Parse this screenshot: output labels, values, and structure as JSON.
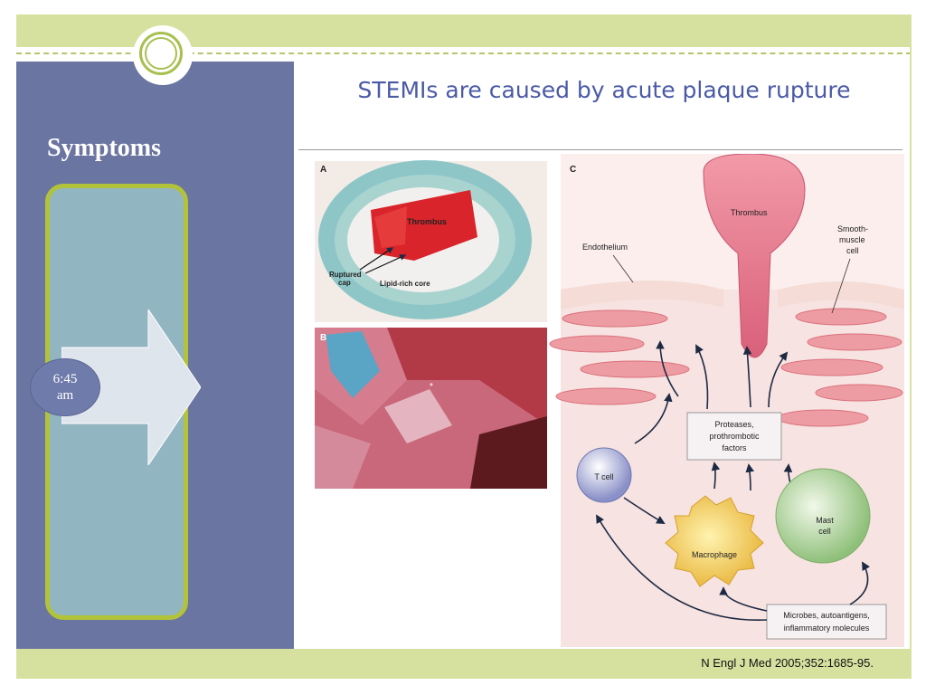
{
  "slide": {
    "title": "STEMIs are caused by acute plaque rupture",
    "section_heading": "Symptoms",
    "timeline": {
      "time_label_line1": "6:45",
      "time_label_line2": "am"
    },
    "citation": "N Engl J Med 2005;352:1685-95."
  },
  "figure": {
    "panel_a": {
      "letter": "A",
      "labels": {
        "thrombus": "Thrombus",
        "ruptured_cap_1": "Ruptured",
        "ruptured_cap_2": "cap",
        "lipid_core": "Lipid-rich core"
      }
    },
    "panel_b": {
      "letter": "B",
      "asterisk": "*"
    },
    "panel_c": {
      "letter": "C",
      "labels": {
        "thrombus": "Thrombus",
        "endothelium": "Endothelium",
        "smooth_muscle_1": "Smooth-",
        "smooth_muscle_2": "muscle",
        "smooth_muscle_3": "cell",
        "proteases_1": "Proteases,",
        "proteases_2": "prothrombotic",
        "proteases_3": "factors",
        "t_cell": "T cell",
        "macrophage": "Macrophage",
        "mast_1": "Mast",
        "mast_2": "cell",
        "microbes_1": "Microbes, autoantigens,",
        "microbes_2": "inflammatory molecules"
      }
    }
  },
  "colors": {
    "accent_green": "#d7e19f",
    "panel_blue": "#6b75a1",
    "title_blue": "#4a5aa6",
    "box_teal": "#92b6c1",
    "box_border": "#b2c33a"
  }
}
